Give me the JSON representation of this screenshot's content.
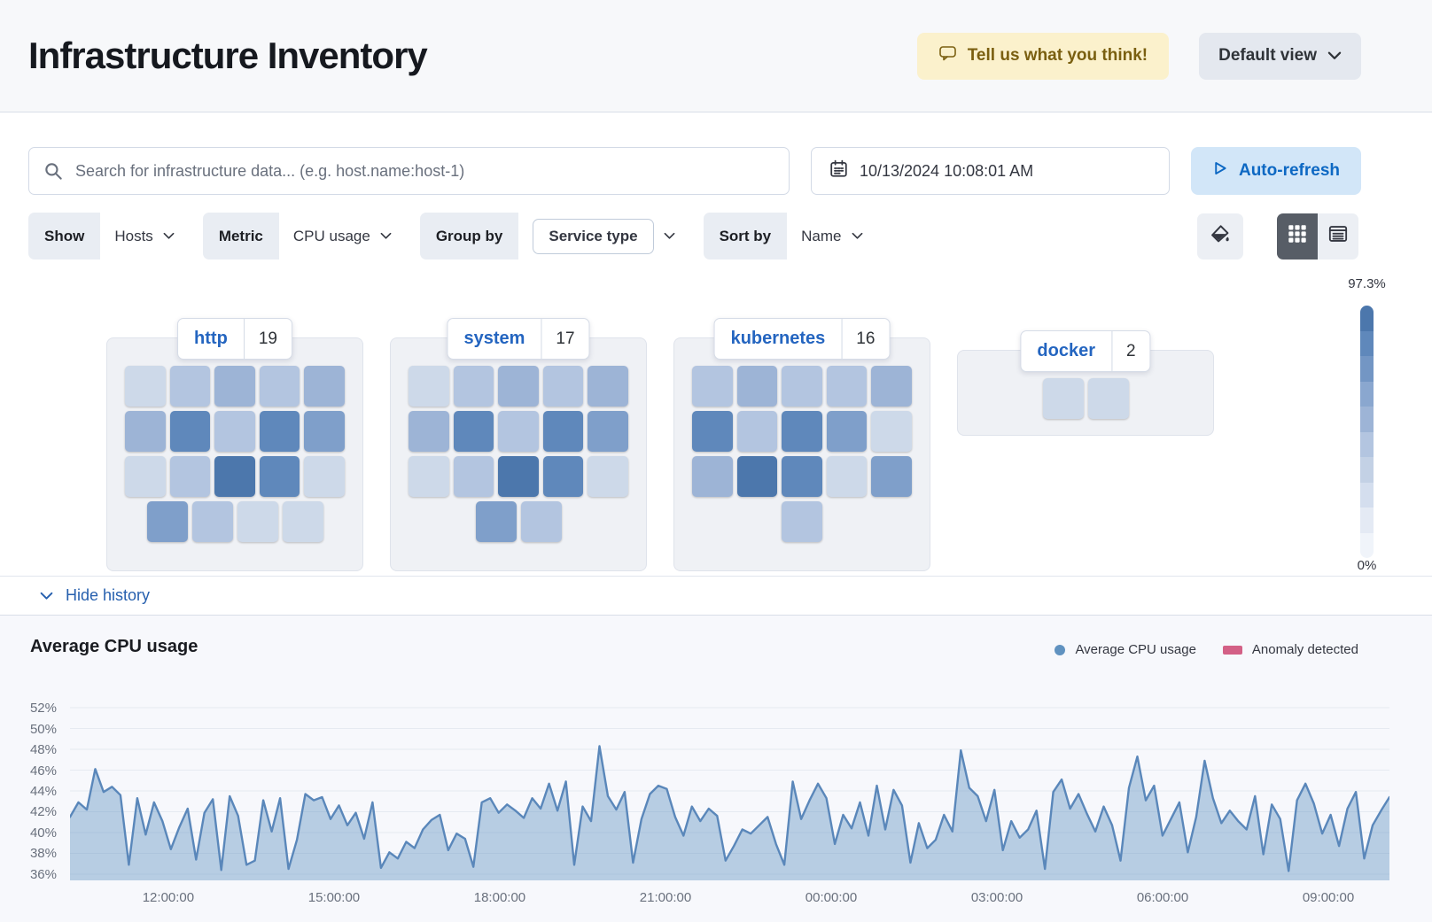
{
  "header": {
    "title": "Infrastructure Inventory",
    "feedback_label": "Tell us what you think!",
    "view_selector_label": "Default view"
  },
  "toolbar": {
    "search_placeholder": "Search for infrastructure data... (e.g. host.name:host-1)",
    "datetime": "10/13/2024 10:08:01 AM",
    "auto_refresh_label": "Auto-refresh"
  },
  "filters": {
    "show": {
      "label": "Show",
      "value": "Hosts"
    },
    "metric": {
      "label": "Metric",
      "value": "CPU usage"
    },
    "group_by": {
      "label": "Group by",
      "value": "Service type"
    },
    "sort_by": {
      "label": "Sort by",
      "value": "Name"
    }
  },
  "icons": {
    "search": "magnifier",
    "calendar": "calendar",
    "auto_refresh": "play-outline",
    "feedback": "speech-bubble",
    "view_dropdown": "chevron-down",
    "color_palette": "paint-bucket",
    "map_view": "grid-view",
    "table_view": "list-view",
    "history_toggle": "chevron-down"
  },
  "colors": {
    "accent_blue": "#2465c0",
    "link_blue": "#2760ae",
    "warning_bg": "#fbf1cc",
    "warning_text": "#7a5f10",
    "refresh_bg": "#d2e6f8",
    "refresh_text": "#0d68c3"
  },
  "waffle": {
    "palette": [
      "#cdd9e9",
      "#b3c5e0",
      "#9db4d6",
      "#7f9fca",
      "#5f88bb",
      "#4c77ac"
    ],
    "groups": [
      {
        "name": "http",
        "count": "19",
        "rows": [
          [
            0,
            1,
            2,
            1,
            2
          ],
          [
            2,
            4,
            1,
            4,
            3
          ],
          [
            0,
            1,
            5,
            4,
            0
          ],
          [
            3,
            1,
            0,
            0
          ]
        ]
      },
      {
        "name": "system",
        "count": "17",
        "rows": [
          [
            0,
            1,
            2,
            1,
            2
          ],
          [
            2,
            4,
            1,
            4,
            3
          ],
          [
            0,
            1,
            5,
            4,
            0
          ],
          [
            3,
            1
          ]
        ]
      },
      {
        "name": "kubernetes",
        "count": "16",
        "rows": [
          [
            1,
            2,
            1,
            1,
            2
          ],
          [
            4,
            1,
            4,
            3,
            0
          ],
          [
            2,
            5,
            4,
            0,
            3
          ],
          [
            1
          ]
        ]
      },
      {
        "name": "docker",
        "count": "2",
        "rows": [
          [
            0,
            0
          ]
        ]
      }
    ],
    "legend": {
      "max_label": "97.3%",
      "min_label": "0%",
      "steps": [
        "#4c77ac",
        "#5f88bb",
        "#7396c4",
        "#8aa7cf",
        "#9db4d6",
        "#b3c5e0",
        "#c3d1e5",
        "#d4deee",
        "#e4eaf4",
        "#f0f4fa"
      ]
    }
  },
  "history": {
    "toggle_label": "Hide history"
  },
  "chart_data": {
    "type": "area",
    "title": "Average CPU usage",
    "legend": [
      {
        "label": "Average CPU usage",
        "color": "#6092c0",
        "shape": "dot"
      },
      {
        "label": "Anomaly detected",
        "color": "#d36086",
        "shape": "rect"
      }
    ],
    "unit": "%",
    "grid": true,
    "grid_color": "#e6eaf1",
    "line_color": "#5a87ba",
    "fill_color": "rgba(96,146,192,0.42)",
    "y_domain": [
      35.4,
      52.6
    ],
    "y_ticks": [
      {
        "label": "52%",
        "value": 52
      },
      {
        "label": "50%",
        "value": 50
      },
      {
        "label": "48%",
        "value": 48
      },
      {
        "label": "46%",
        "value": 46
      },
      {
        "label": "44%",
        "value": 44
      },
      {
        "label": "42%",
        "value": 42
      },
      {
        "label": "40%",
        "value": 40
      },
      {
        "label": "38%",
        "value": 38
      },
      {
        "label": "36%",
        "value": 36
      }
    ],
    "x_ticks": [
      {
        "label": "12:00:00",
        "frac": 0.0745
      },
      {
        "label": "15:00:00",
        "frac": 0.2001
      },
      {
        "label": "18:00:00",
        "frac": 0.3257
      },
      {
        "label": "21:00:00",
        "frac": 0.4513
      },
      {
        "label": "00:00:00",
        "frac": 0.5769
      },
      {
        "label": "03:00:00",
        "frac": 0.7025
      },
      {
        "label": "06:00:00",
        "frac": 0.8281
      },
      {
        "label": "09:00:00",
        "frac": 0.9537
      }
    ],
    "values": [
      41.5,
      42.9,
      42.2,
      46.1,
      43.9,
      44.4,
      43.6,
      36.9,
      43.3,
      39.8,
      42.9,
      41.1,
      38.4,
      40.5,
      42.3,
      37.4,
      41.9,
      43.2,
      36.4,
      43.5,
      41.6,
      36.9,
      37.3,
      43.1,
      40.1,
      43.3,
      36.5,
      39.3,
      43.7,
      43.1,
      43.4,
      41.3,
      42.6,
      40.7,
      41.9,
      39.4,
      42.9,
      36.6,
      38.1,
      37.5,
      39.1,
      38.5,
      40.3,
      41.2,
      41.7,
      38.3,
      39.9,
      39.4,
      36.7,
      42.9,
      43.3,
      41.9,
      42.7,
      42.1,
      41.4,
      43.3,
      42.3,
      44.7,
      42.1,
      44.9,
      36.9,
      42.5,
      41.1,
      48.3,
      43.5,
      42.2,
      43.9,
      37.1,
      41.3,
      43.7,
      44.5,
      44.2,
      41.5,
      39.7,
      42.5,
      41.1,
      42.3,
      41.6,
      37.3,
      38.7,
      40.3,
      39.9,
      40.7,
      41.5,
      38.9,
      36.9,
      44.9,
      41.3,
      43.1,
      44.7,
      43.3,
      38.9,
      41.7,
      40.4,
      42.9,
      39.7,
      44.5,
      40.3,
      44.1,
      42.6,
      37.1,
      40.9,
      38.5,
      39.3,
      41.7,
      40.1,
      47.9,
      44.3,
      43.5,
      41.1,
      44.1,
      38.3,
      41.1,
      39.5,
      40.3,
      42.1,
      36.5,
      43.9,
      45.1,
      42.3,
      43.7,
      41.8,
      40.1,
      42.5,
      40.7,
      37.3,
      44.3,
      47.3,
      43.1,
      44.5,
      39.7,
      41.3,
      42.9,
      38.1,
      41.5,
      46.9,
      43.3,
      40.9,
      42.1,
      41.1,
      40.3,
      43.5,
      37.9,
      42.7,
      41.3,
      36.3,
      43.1,
      44.7,
      42.8,
      39.9,
      41.7,
      38.7,
      42.3,
      43.9,
      37.5,
      40.7,
      42.1,
      43.4
    ]
  }
}
